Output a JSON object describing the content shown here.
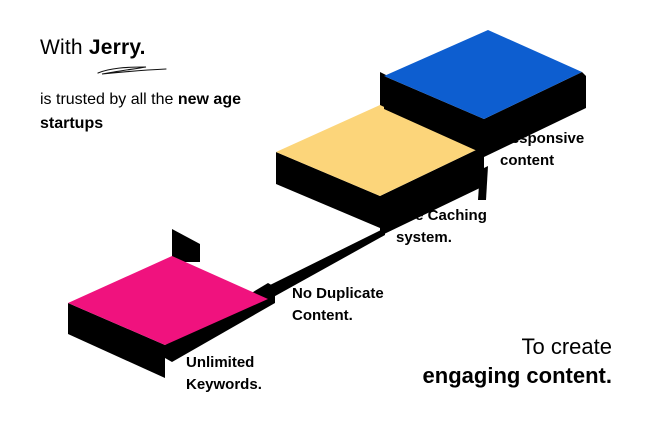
{
  "headline": {
    "prefix": "With",
    "brand": "Jerry."
  },
  "tagline": {
    "text": "is trusted by all the",
    "bold": "new age startups"
  },
  "steps": [
    {
      "label_line1": "Unlimited",
      "label_line2": "Keywords.",
      "color": "#f0127e"
    },
    {
      "label_line1": "No Duplicate",
      "label_line2": "Content.",
      "color": "#f0127e"
    },
    {
      "label_line1": "Use Caching",
      "label_line2": "system.",
      "color": "#fcd57a"
    },
    {
      "label_line1": "Responsive",
      "label_line2": "content",
      "color": "#0d5ed0"
    }
  ],
  "closing": {
    "line1": "To create",
    "line2": "engaging content."
  },
  "colors": {
    "riser": "#000000",
    "background": "#ffffff"
  }
}
